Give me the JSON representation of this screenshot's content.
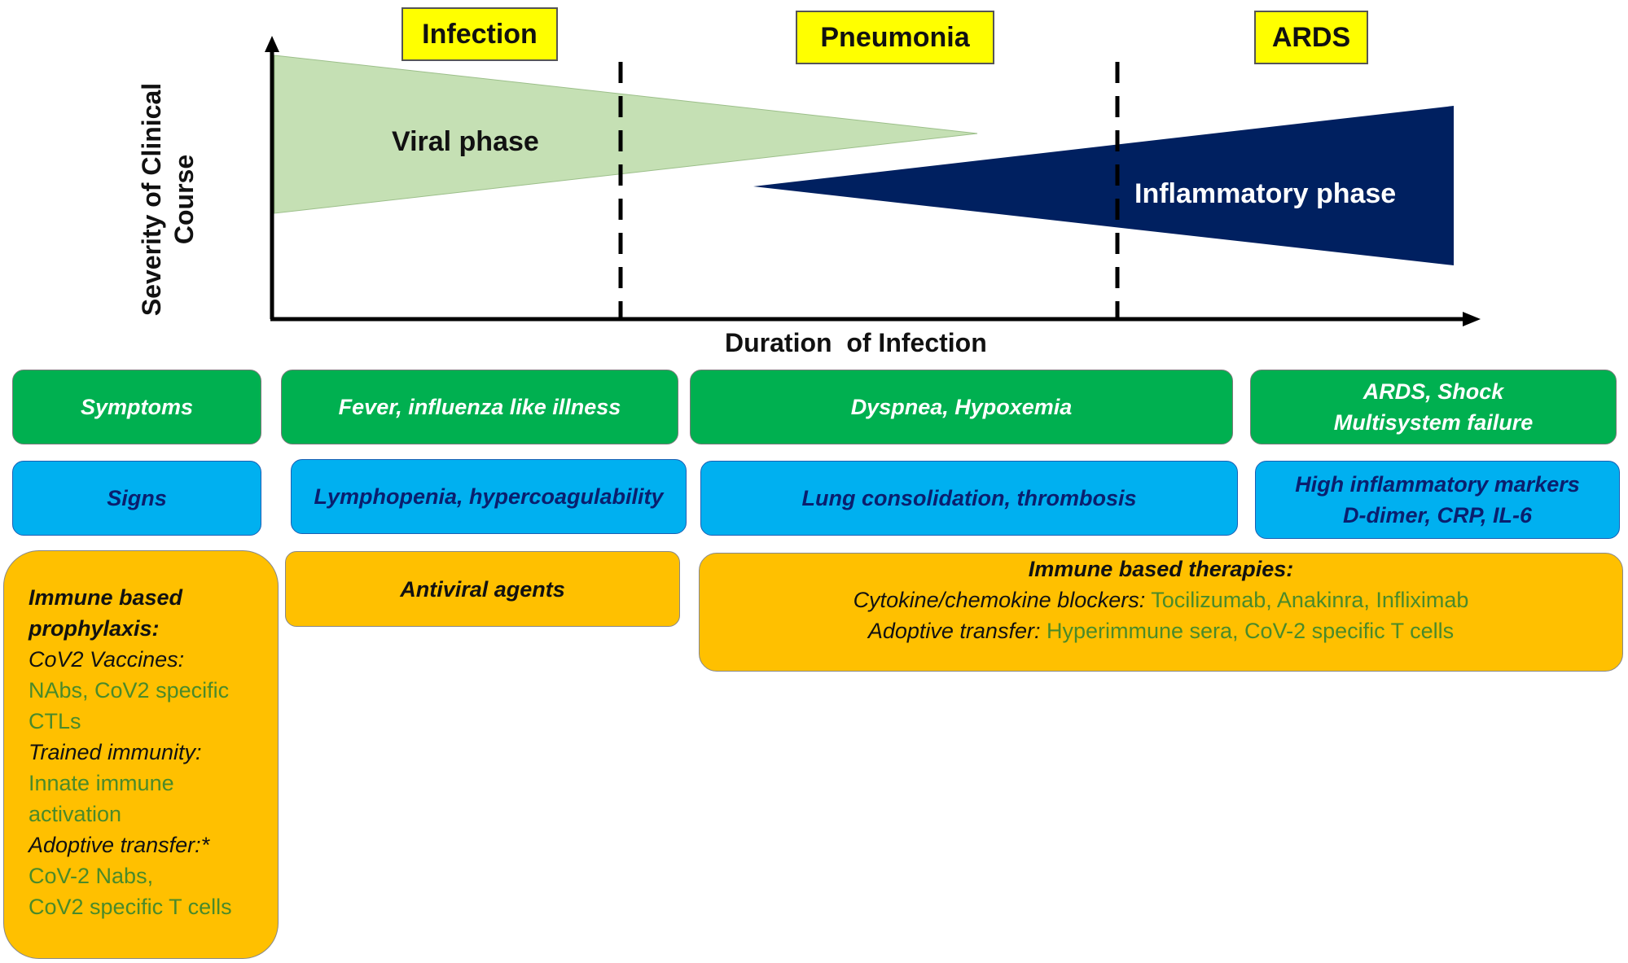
{
  "stages": [
    "Infection",
    "Pneumonia",
    "ARDS"
  ],
  "phases": {
    "viral": "Viral phase",
    "inflammatory": "Inflammatory phase"
  },
  "axes": {
    "x_label": "Duration  of Infection",
    "y_label_line1": "Severity of Clinical",
    "y_label_line2": "Course"
  },
  "colors": {
    "viral": "#c5e0b4",
    "inflammatory": "#002060",
    "stage": "#ffff00",
    "symptoms": "#00b050",
    "signs": "#00b0f0",
    "therapy": "#ffc000",
    "green_text": "#4a8a2a"
  },
  "rows": {
    "symptoms": {
      "label": "Symptoms",
      "infection": "Fever, influenza like illness",
      "pneumonia": "Dyspnea, Hypoxemia",
      "ards_line1": "ARDS, Shock",
      "ards_line2": "Multisystem failure"
    },
    "signs": {
      "label": "Signs",
      "infection": "Lymphopenia, hypercoagulability",
      "pneumonia": "Lung consolidation, thrombosis",
      "ards_line1": "High inflammatory markers",
      "ards_line2": "D-dimer, CRP, IL-6"
    }
  },
  "prophylaxis": {
    "title_line1": "Immune based",
    "title_line2": "prophylaxis:",
    "vaccines_label": "CoV2 Vaccines:",
    "vaccines_line1": "NAbs, CoV2 specific",
    "vaccines_line2": "CTLs",
    "trained_label": "Trained immunity:",
    "trained_line1": "Innate immune",
    "trained_line2": "activation",
    "adoptive_label": "Adoptive transfer:*",
    "adoptive_line1": "CoV-2 Nabs,",
    "adoptive_line2": "CoV2 specific T cells"
  },
  "antiviral": "Antiviral agents",
  "therapies": {
    "title": "Immune based therapies:",
    "cytokine_label": "Cytokine/chemokine blockers:",
    "cytokine_value": " Tocilizumab, Anakinra, Infliximab",
    "adoptive_label": "Adoptive transfer:",
    "adoptive_value": " Hyperimmune sera, CoV-2 specific T cells"
  }
}
